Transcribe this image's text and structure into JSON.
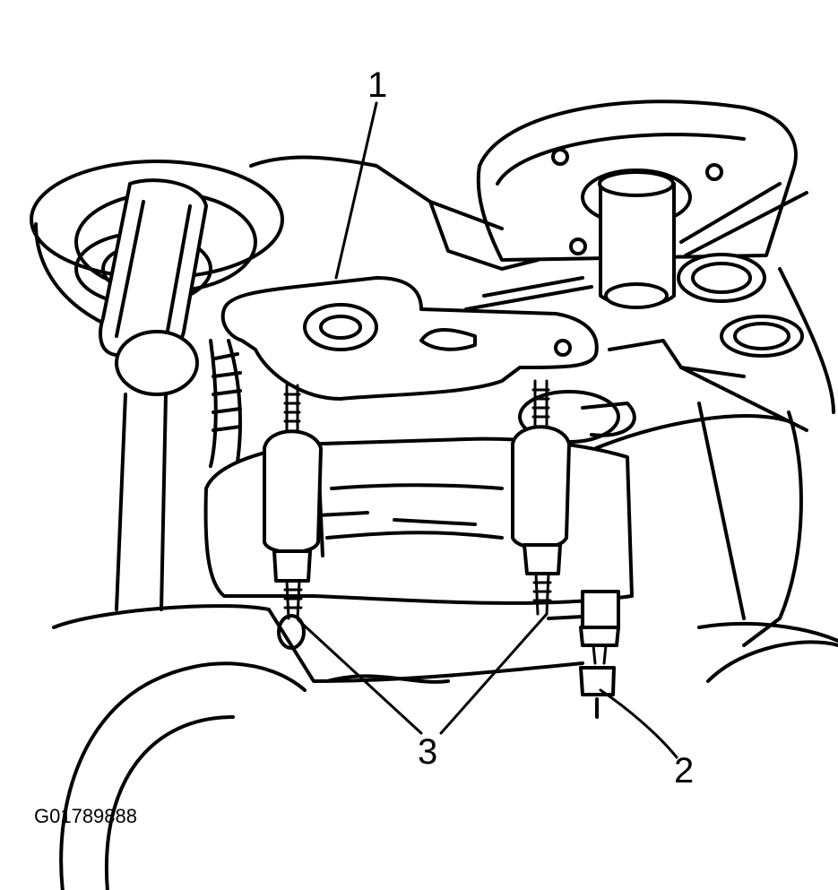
{
  "callouts": [
    {
      "id": "1",
      "text": "1"
    },
    {
      "id": "2",
      "text": "2"
    },
    {
      "id": "3",
      "text": "3"
    }
  ],
  "figure_id": "G01789888"
}
